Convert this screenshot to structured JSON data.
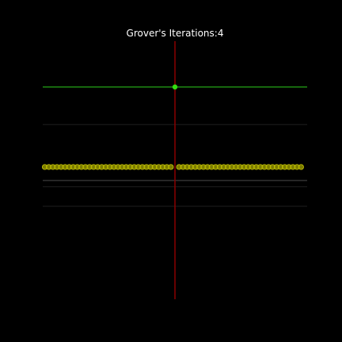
{
  "chart_data": {
    "type": "scatter",
    "title": "Grover's Iterations:4",
    "xlabel": "",
    "ylabel": "",
    "grid": false,
    "legend": "none",
    "colors": {
      "background": "#000000",
      "amplitude_points": "#9a9a00",
      "amplitude_edges": "#c8c800",
      "marked_point": "#33dd11",
      "marked_line": "#1e8a12",
      "marker_line": "#8a0000",
      "axis_line": "#333333",
      "guide_lines": "#151515"
    },
    "xlim": [
      0,
      65
    ],
    "ylim": [
      -0.8,
      0.8
    ],
    "n_states": 64,
    "marked_index": 32,
    "marked_amplitude": 0.5,
    "other_amplitude": 0.01,
    "guide_levels": [
      0.27,
      -0.11,
      -0.23
    ],
    "zero_level": 0.0
  }
}
